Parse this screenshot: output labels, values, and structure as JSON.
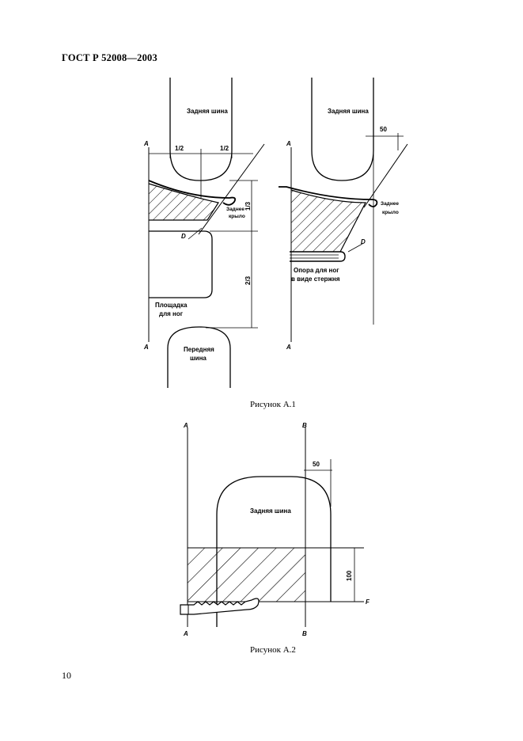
{
  "header": {
    "standard": "ГОСТ Р 52008—2003"
  },
  "figure_a1": {
    "caption": "Рисунок А.1",
    "left": {
      "rear_wheel": "Задняя шина",
      "front_wheel_line1": "Передняя",
      "front_wheel_line2": "шина",
      "axis_a": "A",
      "half_left": "1/2",
      "half_right": "1/2",
      "fender_line1": "Заднее",
      "fender_line2": "крыло",
      "point_d": "D",
      "third": "1/3",
      "two_thirds": "2/3",
      "footrest_line1": "Площадка",
      "footrest_line2": "для ног"
    },
    "right": {
      "rear_wheel": "Задняя шина",
      "axis_a": "A",
      "dim_50": "50",
      "fender_line1": "Заднее",
      "fender_line2": "крыло",
      "point_d": "D",
      "rod_line1": "Опора для ног",
      "rod_line2": "в виде стержня"
    }
  },
  "figure_a2": {
    "caption": "Рисунок А.2",
    "axis_a": "A",
    "axis_b": "B",
    "axis_f": "F",
    "dim_50": "50",
    "dim_100": "100",
    "rear_wheel": "Задняя шина"
  },
  "page_number": "10"
}
